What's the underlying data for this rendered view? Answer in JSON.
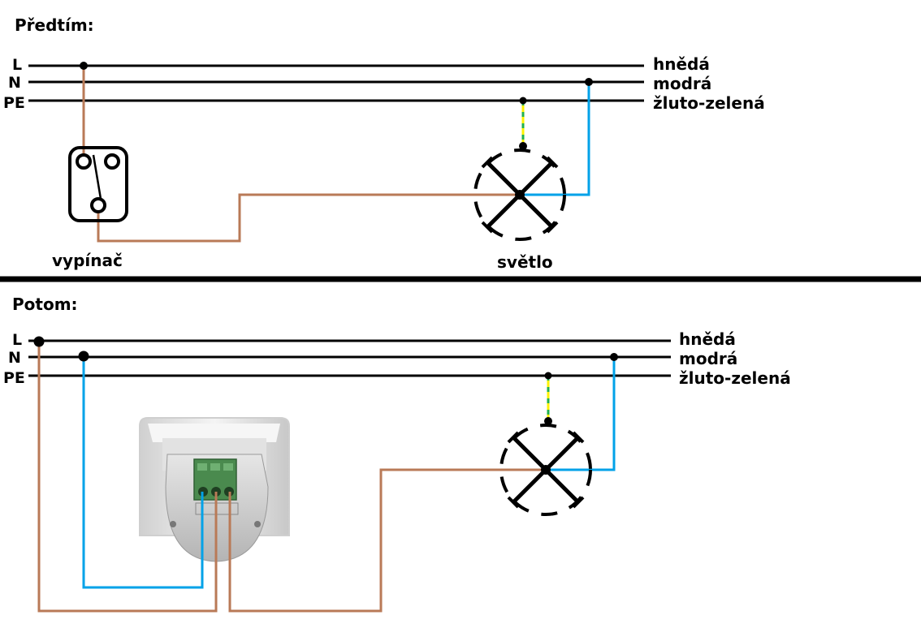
{
  "colors": {
    "line": "#000000",
    "brown": "#b97a57",
    "blue": "#00a2e8",
    "pe_yellow": "#fff200",
    "pe_green": "#22b14c"
  },
  "before": {
    "title": "Předtím:",
    "conductors": [
      {
        "id": "L",
        "label": "L",
        "color_name": "hnědá"
      },
      {
        "id": "N",
        "label": "N",
        "color_name": "modrá"
      },
      {
        "id": "PE",
        "label": "PE",
        "color_name": "žluto-zelená"
      }
    ],
    "switch_label": "vypínač",
    "light_label": "světlo"
  },
  "after": {
    "title": "Potom:",
    "conductors": [
      {
        "id": "L",
        "label": "L",
        "color_name": "hnědá"
      },
      {
        "id": "N",
        "label": "N",
        "color_name": "modrá"
      },
      {
        "id": "PE",
        "label": "PE",
        "color_name": "žluto-zelená"
      }
    ],
    "sensor": "motion-sensor-photo",
    "sensor_terminals": 3
  }
}
